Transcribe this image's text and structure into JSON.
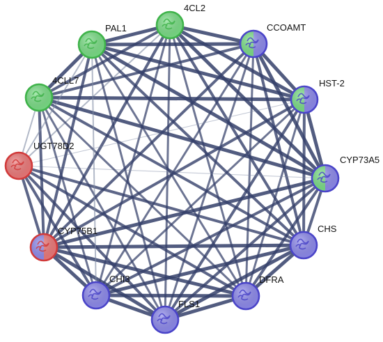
{
  "network": {
    "nodes": [
      {
        "id": "4CL2",
        "label": "4CL2",
        "colors": [
          "#7be087"
        ]
      },
      {
        "id": "CCOAMT",
        "label": "CCOAMT",
        "colors": [
          "#7be087",
          "#8f8bef"
        ]
      },
      {
        "id": "HST-2",
        "label": "HST-2",
        "colors": [
          "#7be087",
          "#8f8bef"
        ]
      },
      {
        "id": "CYP73A5",
        "label": "CYP73A5",
        "colors": [
          "#7be087",
          "#8f8bef"
        ]
      },
      {
        "id": "CHS",
        "label": "CHS",
        "colors": [
          "#8f8bef"
        ]
      },
      {
        "id": "DFRA",
        "label": "DFRA",
        "colors": [
          "#8f8bef"
        ]
      },
      {
        "id": "FLS1",
        "label": "FLS1",
        "colors": [
          "#8f8bef"
        ]
      },
      {
        "id": "CHI3",
        "label": "CHI3",
        "colors": [
          "#8f8bef"
        ]
      },
      {
        "id": "CYP75B1",
        "label": "CYP75B1",
        "colors": [
          "#8f8bef",
          "#f07a7a"
        ]
      },
      {
        "id": "UGT78D2",
        "label": "UGT78D2",
        "colors": [
          "#f07a7a"
        ]
      },
      {
        "id": "4CLL7",
        "label": "4CLL7",
        "colors": [
          "#7be087"
        ]
      },
      {
        "id": "PAL1",
        "label": "PAL1",
        "colors": [
          "#7be087"
        ]
      }
    ],
    "edges": [
      [
        "4CL2",
        "CCOAMT",
        5
      ],
      [
        "4CL2",
        "HST-2",
        5
      ],
      [
        "4CL2",
        "CYP73A5",
        5
      ],
      [
        "4CL2",
        "CHS",
        4
      ],
      [
        "4CL2",
        "DFRA",
        3
      ],
      [
        "4CL2",
        "FLS1",
        3
      ],
      [
        "4CL2",
        "CHI3",
        3
      ],
      [
        "4CL2",
        "CYP75B1",
        4
      ],
      [
        "4CL2",
        "UGT78D2",
        2
      ],
      [
        "4CL2",
        "4CLL7",
        4
      ],
      [
        "4CL2",
        "PAL1",
        5
      ],
      [
        "CCOAMT",
        "HST-2",
        5
      ],
      [
        "CCOAMT",
        "CYP73A5",
        5
      ],
      [
        "CCOAMT",
        "CHS",
        4
      ],
      [
        "CCOAMT",
        "DFRA",
        3
      ],
      [
        "CCOAMT",
        "FLS1",
        3
      ],
      [
        "CCOAMT",
        "CHI3",
        3
      ],
      [
        "CCOAMT",
        "CYP75B1",
        4
      ],
      [
        "CCOAMT",
        "4CLL7",
        4
      ],
      [
        "CCOAMT",
        "PAL1",
        5
      ],
      [
        "HST-2",
        "CYP73A5",
        5
      ],
      [
        "HST-2",
        "CHS",
        4
      ],
      [
        "HST-2",
        "DFRA",
        3
      ],
      [
        "HST-2",
        "FLS1",
        4
      ],
      [
        "HST-2",
        "CHI3",
        3
      ],
      [
        "HST-2",
        "CYP75B1",
        4
      ],
      [
        "HST-2",
        "UGT78D2",
        1
      ],
      [
        "HST-2",
        "4CLL7",
        5
      ],
      [
        "HST-2",
        "PAL1",
        5
      ],
      [
        "CYP73A5",
        "CHS",
        4
      ],
      [
        "CYP73A5",
        "DFRA",
        4
      ],
      [
        "CYP73A5",
        "FLS1",
        4
      ],
      [
        "CYP73A5",
        "CHI3",
        4
      ],
      [
        "CYP73A5",
        "CYP75B1",
        5
      ],
      [
        "CYP73A5",
        "UGT78D2",
        1
      ],
      [
        "CYP73A5",
        "4CLL7",
        5
      ],
      [
        "CYP73A5",
        "PAL1",
        5
      ],
      [
        "CHS",
        "DFRA",
        5
      ],
      [
        "CHS",
        "FLS1",
        5
      ],
      [
        "CHS",
        "CHI3",
        5
      ],
      [
        "CHS",
        "CYP75B1",
        5
      ],
      [
        "CHS",
        "UGT78D2",
        4
      ],
      [
        "CHS",
        "4CLL7",
        4
      ],
      [
        "CHS",
        "PAL1",
        4
      ],
      [
        "DFRA",
        "FLS1",
        5
      ],
      [
        "DFRA",
        "CHI3",
        5
      ],
      [
        "DFRA",
        "CYP75B1",
        5
      ],
      [
        "DFRA",
        "UGT78D2",
        4
      ],
      [
        "DFRA",
        "4CLL7",
        3
      ],
      [
        "DFRA",
        "PAL1",
        3
      ],
      [
        "FLS1",
        "CHI3",
        5
      ],
      [
        "FLS1",
        "CYP75B1",
        5
      ],
      [
        "FLS1",
        "UGT78D2",
        4
      ],
      [
        "FLS1",
        "4CLL7",
        3
      ],
      [
        "FLS1",
        "PAL1",
        3
      ],
      [
        "CHI3",
        "CYP75B1",
        5
      ],
      [
        "CHI3",
        "UGT78D2",
        4
      ],
      [
        "CHI3",
        "4CLL7",
        3
      ],
      [
        "CHI3",
        "PAL1",
        2
      ],
      [
        "CYP75B1",
        "UGT78D2",
        4
      ],
      [
        "CYP75B1",
        "4CLL7",
        4
      ],
      [
        "CYP75B1",
        "PAL1",
        4
      ],
      [
        "UGT78D2",
        "4CLL7",
        2
      ],
      [
        "UGT78D2",
        "PAL1",
        2
      ],
      [
        "4CLL7",
        "PAL1",
        5
      ]
    ]
  }
}
